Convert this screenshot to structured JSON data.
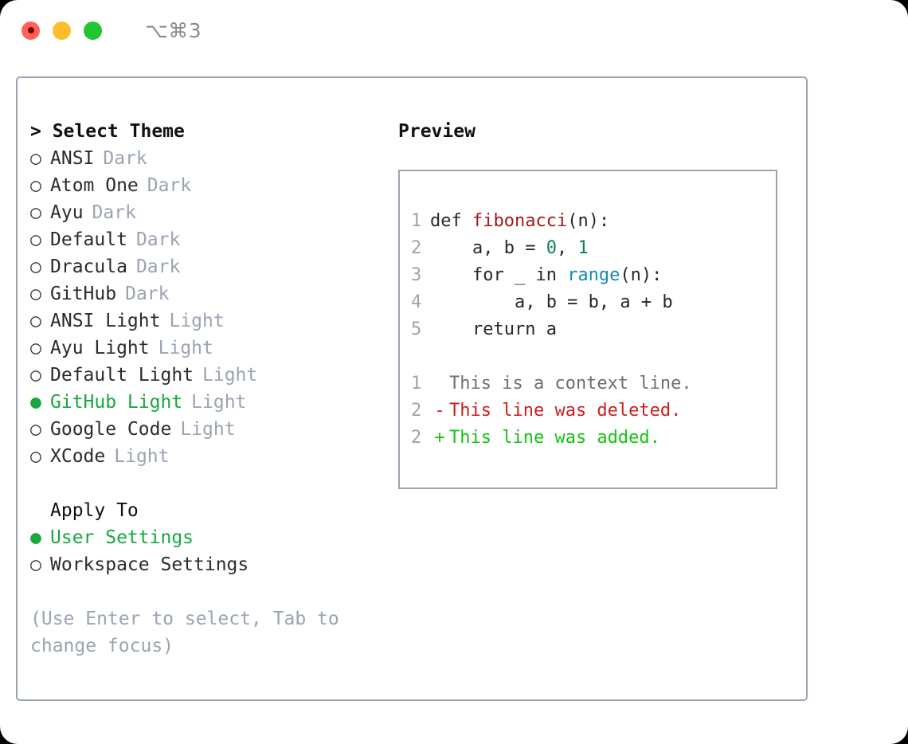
{
  "titlebar": {
    "shortcut": "⌥⌘3",
    "buttons": [
      "close",
      "minimize",
      "maximize"
    ]
  },
  "theme_picker": {
    "heading": "> Select Theme",
    "bullet_selected": "●",
    "bullet_unselected": "○",
    "accent_color": "#18a83e",
    "muted_color": "#9aa4b2",
    "items": [
      {
        "name": "ANSI",
        "variant": "Dark",
        "selected": false
      },
      {
        "name": "Atom One",
        "variant": "Dark",
        "selected": false
      },
      {
        "name": "Ayu",
        "variant": "Dark",
        "selected": false
      },
      {
        "name": "Default",
        "variant": "Dark",
        "selected": false
      },
      {
        "name": "Dracula",
        "variant": "Dark",
        "selected": false
      },
      {
        "name": "GitHub",
        "variant": "Dark",
        "selected": false
      },
      {
        "name": "ANSI Light",
        "variant": "Light",
        "selected": false
      },
      {
        "name": "Ayu Light",
        "variant": "Light",
        "selected": false
      },
      {
        "name": "Default Light",
        "variant": "Light",
        "selected": false
      },
      {
        "name": "GitHub Light",
        "variant": "Light",
        "selected": true
      },
      {
        "name": "Google Code",
        "variant": "Light",
        "selected": false
      },
      {
        "name": "XCode",
        "variant": "Light",
        "selected": false
      }
    ]
  },
  "apply_to": {
    "heading": "Apply To",
    "items": [
      {
        "name": "User Settings",
        "selected": true
      },
      {
        "name": "Workspace Settings",
        "selected": false
      }
    ]
  },
  "hint": "(Use Enter to select, Tab to change focus)",
  "preview": {
    "title": "Preview",
    "code_lines": [
      {
        "no": "1",
        "segments": [
          {
            "t": "def ",
            "c": "plain"
          },
          {
            "t": "fibonacci",
            "c": "fn"
          },
          {
            "t": "(n):",
            "c": "plain"
          }
        ]
      },
      {
        "no": "2",
        "segments": [
          {
            "t": "    a, b = ",
            "c": "plain"
          },
          {
            "t": "0",
            "c": "num"
          },
          {
            "t": ", ",
            "c": "plain"
          },
          {
            "t": "1",
            "c": "num"
          }
        ]
      },
      {
        "no": "3",
        "segments": [
          {
            "t": "    for _ in ",
            "c": "plain"
          },
          {
            "t": "range",
            "c": "built"
          },
          {
            "t": "(n):",
            "c": "plain"
          }
        ]
      },
      {
        "no": "4",
        "segments": [
          {
            "t": "        a, b = b, a + b",
            "c": "plain"
          }
        ]
      },
      {
        "no": "5",
        "segments": [
          {
            "t": "    return a",
            "c": "plain"
          }
        ]
      }
    ],
    "diff_lines": [
      {
        "no": "1",
        "mark": " ",
        "text": "This is a context line.",
        "kind": "ctx"
      },
      {
        "no": "2",
        "mark": "-",
        "text": "This line was deleted.",
        "kind": "del"
      },
      {
        "no": "2",
        "mark": "+",
        "text": "This line was added.",
        "kind": "add"
      }
    ],
    "syntax_colors": {
      "function": "#9d1a1a",
      "number": "#0a8060",
      "builtin": "#1489b8",
      "plain": "#24292e",
      "line_number": "#9aa4b2",
      "diff_context": "#6f6f6f",
      "diff_deleted": "#cc1f1f",
      "diff_added": "#12c412"
    }
  }
}
